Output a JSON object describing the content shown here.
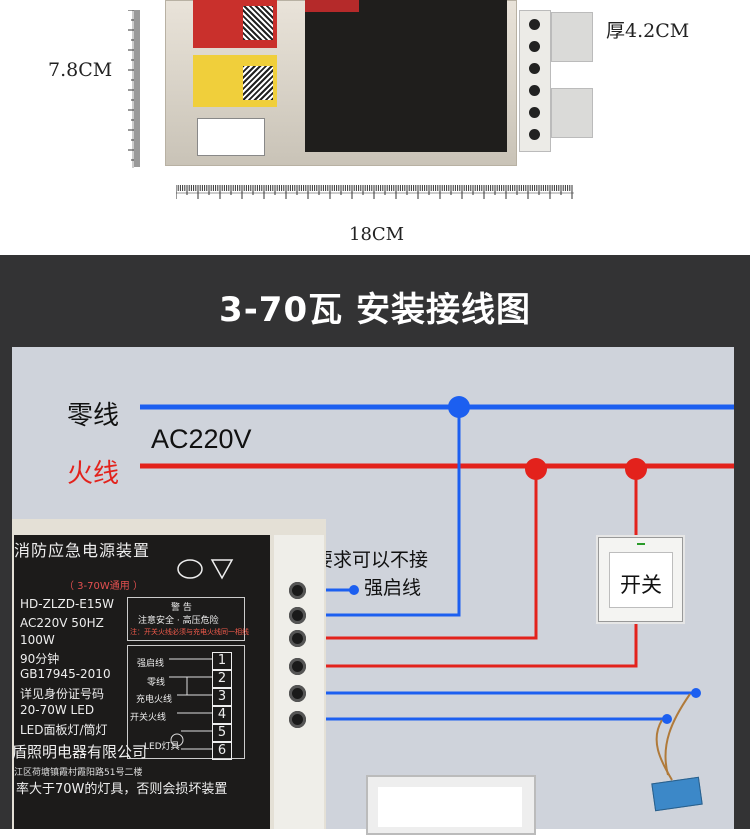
{
  "dimensions": {
    "height": "7.8CM",
    "thickness": "厚4.2CM",
    "width": "18CM"
  },
  "heading": "3-70瓦 安装接线图",
  "wires": {
    "neutral": "零线",
    "live": "火线",
    "voltage": "AC220V",
    "note_line1": "没有要求可以不接",
    "note_line2": "强启线"
  },
  "switch_label": "开关",
  "device": {
    "title": "消防应急电源装置",
    "subtitle": "（ 3-70W通用 ）",
    "model": "HD-ZLZD-E15W",
    "voltage": "AC220V 50HZ",
    "power": "100W",
    "duration": "90分钟",
    "standard": "GB17945-2010",
    "id_note": "详见身份证号码",
    "lamp_range": "20-70W LED",
    "lamp_type": "LED面板灯/筒灯",
    "company": "盾照明电器有限公司",
    "address": "江区荷塘镇霞村霞阳路51号二楼",
    "footer": "率大于70W的灯具，否则会损坏装置",
    "warning_title": "警  告",
    "warning_line1": "注意安全 · 高压危险",
    "warning_line2": "注：开关火线必须与充电火线同一相线",
    "terminals": [
      {
        "label": "强启线",
        "num": "1"
      },
      {
        "label": "零线",
        "num": "2"
      },
      {
        "label": "充电火线",
        "num": "3"
      },
      {
        "label": "开关火线",
        "num": "4"
      },
      {
        "label": "LED灯具",
        "num": "5"
      },
      {
        "label": "",
        "num": "6"
      }
    ]
  },
  "colors": {
    "neutral_wire": "#1c5ff0",
    "live_wire": "#e3221c",
    "background_dark": "#333334",
    "panel": "#cfd3db"
  }
}
